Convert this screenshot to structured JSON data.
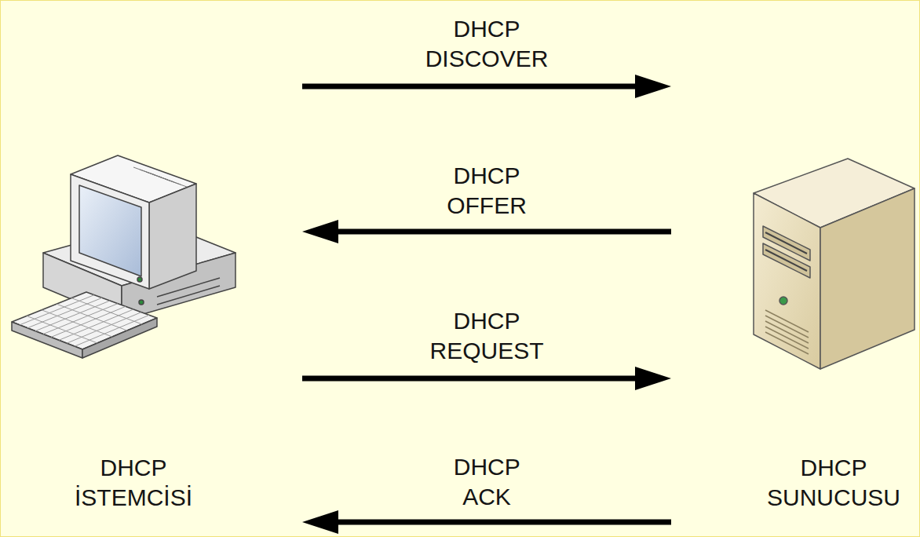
{
  "diagram": {
    "nodes": [
      {
        "text": [
          "DHCP İSTEMCİSİ"
        ]
      },
      {
        "text": [
          "DHCP SUNUCUSU"
        ]
      }
    ],
    "edges": [
      {
        "from": 0,
        "to": 1,
        "arrow": "to",
        "label": "DHCP DISCOVER"
      },
      {
        "from": 1,
        "to": 0,
        "arrow": "to",
        "label": "DHCP OFFER"
      },
      {
        "from": 0,
        "to": 1,
        "arrow": "to",
        "label": "DHCP REQUEST"
      },
      {
        "from": 1,
        "to": 0,
        "arrow": "to",
        "label": "DHCP ACK"
      }
    ]
  }
}
